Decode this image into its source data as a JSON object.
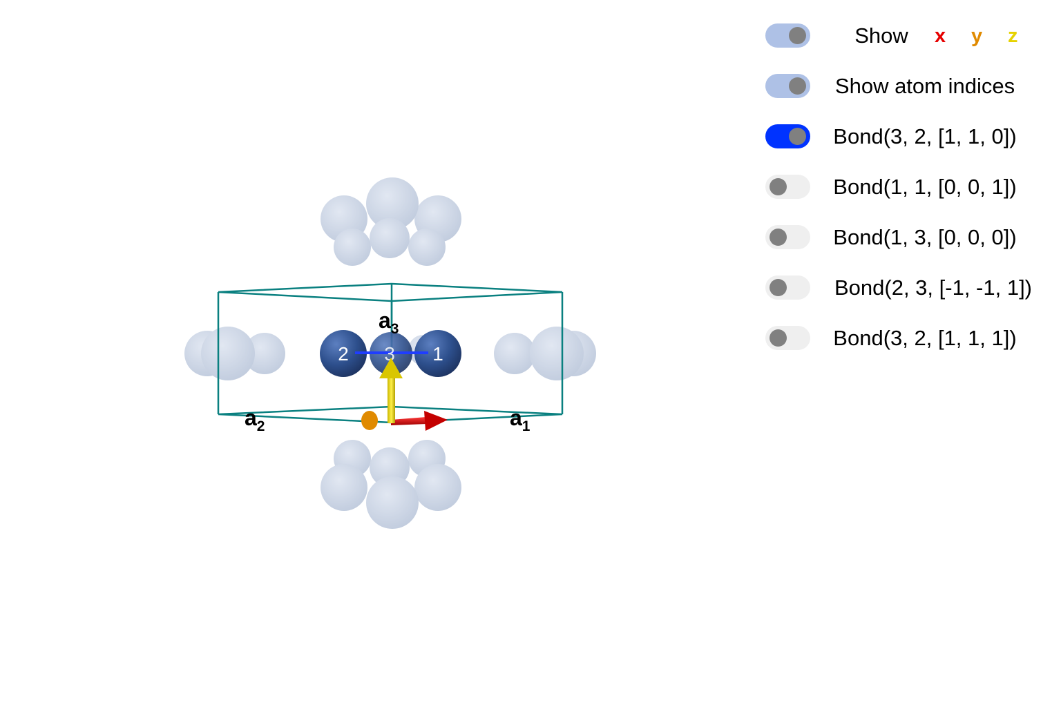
{
  "colors": {
    "cell_edge": "#0a8080",
    "atom_main": "#2d4f8c",
    "atom_ghost": "#b7c4da",
    "bond": "#1f3dff",
    "axis_x": "#e60000",
    "axis_y": "#e08a00",
    "axis_z": "#e6d200",
    "toggle_on_light": "#aec1e6",
    "toggle_on_strong": "#0033ff",
    "toggle_off": "#efefef",
    "knob": "#808080"
  },
  "viewer": {
    "lattice_labels": [
      {
        "base": "a",
        "sub": "1"
      },
      {
        "base": "a",
        "sub": "2"
      },
      {
        "base": "a",
        "sub": "3"
      }
    ],
    "atom_indices": [
      "1",
      "2",
      "3"
    ]
  },
  "panel": {
    "show_axes": {
      "label": "Show",
      "on": true,
      "axes": [
        {
          "letter": "x",
          "color": "#e60000"
        },
        {
          "letter": "y",
          "color": "#e08a00"
        },
        {
          "letter": "z",
          "color": "#e6d200"
        }
      ]
    },
    "show_indices": {
      "label": "Show atom indices",
      "on": true
    },
    "bonds": [
      {
        "label": "Bond(3, 2, [1, 1, 0])",
        "on": true
      },
      {
        "label": "Bond(1, 1, [0, 0, 1])",
        "on": false
      },
      {
        "label": "Bond(1, 3, [0, 0, 0])",
        "on": false
      },
      {
        "label": "Bond(2, 3, [-1, -1, 1])",
        "on": false
      },
      {
        "label": "Bond(3, 2, [1, 1, 1])",
        "on": false
      }
    ]
  }
}
